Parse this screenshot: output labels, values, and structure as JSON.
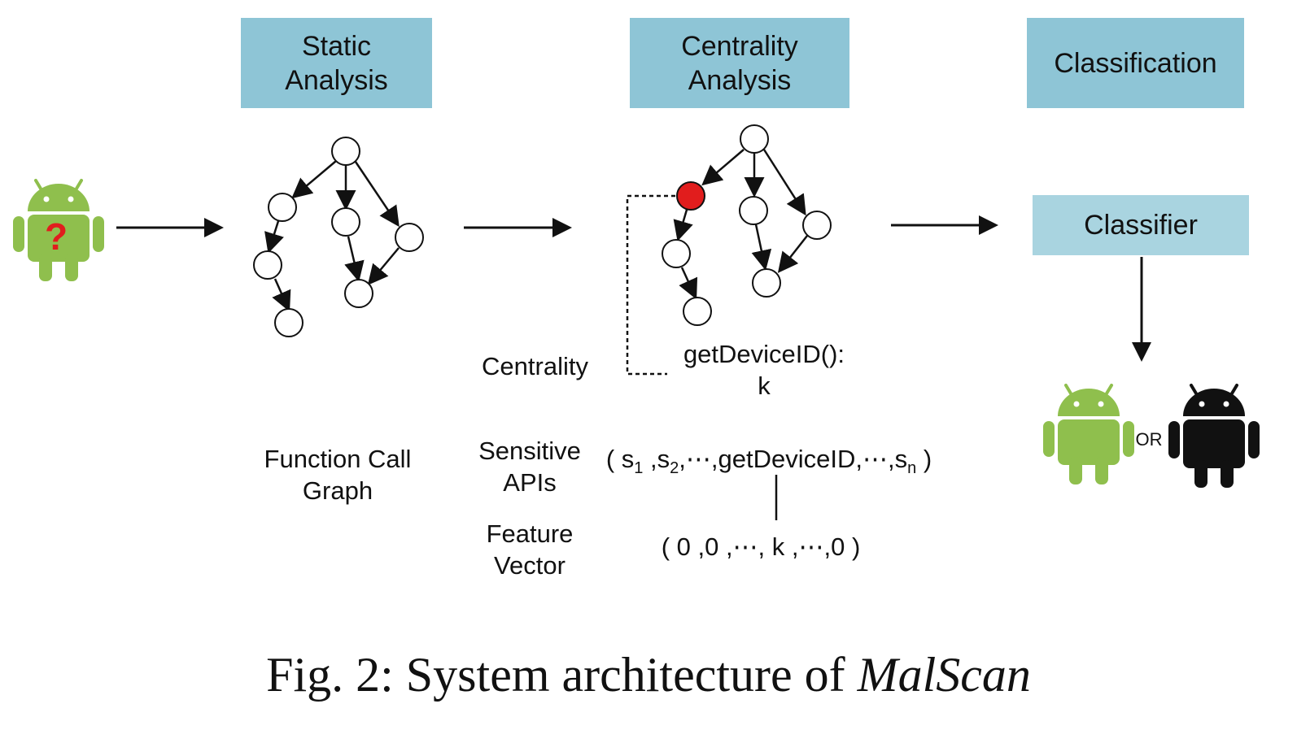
{
  "stages": {
    "static": "Static\nAnalysis",
    "centrality": "Centrality\nAnalysis",
    "classification": "Classification"
  },
  "classifier": "Classifier",
  "labels": {
    "function_call_graph": "Function Call\nGraph",
    "centrality": "Centrality",
    "api_node": "getDeviceID():\nk",
    "sensitive_apis": "Sensitive\nAPIs",
    "feature_vector": "Feature\nVector",
    "or": "OR"
  },
  "vectors": {
    "api_open": "( s",
    "api_s1_sub": "1",
    "api_sep1": " ,s",
    "api_s2_sub": "2",
    "api_middle": ",⋯,getDeviceID,⋯,s",
    "api_sn_sub": "n",
    "api_close": " )",
    "feature": "( 0 ,0 ,⋯, k ,⋯,0 )"
  },
  "icons": {
    "input_app": "android-unknown-icon",
    "benign_app": "android-benign-icon",
    "malicious_app": "android-malicious-icon",
    "question_mark": "?"
  },
  "caption": {
    "prefix": "Fig. 2: System architecture of ",
    "name": "MalScan"
  },
  "colors": {
    "stage_box": "#8ec5d6",
    "classifier_box": "#a9d4e0",
    "android_green": "#8fbf4d",
    "android_black": "#111111",
    "highlight_node": "#e11d1d",
    "question": "#e11d1d"
  }
}
